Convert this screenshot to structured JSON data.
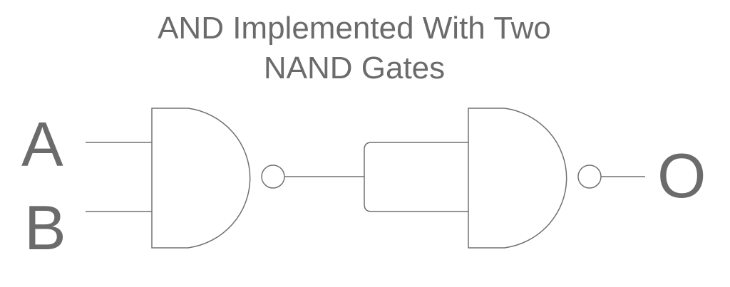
{
  "title": {
    "line1": "AND Implemented With Two",
    "line2": "NAND Gates"
  },
  "labels": {
    "input_a": "A",
    "input_b": "B",
    "output": "O"
  },
  "components": {
    "gate1": "NAND",
    "gate2": "NAND"
  },
  "colors": {
    "line": "#707070",
    "text": "#6b6b6b",
    "background": "#ffffff"
  }
}
